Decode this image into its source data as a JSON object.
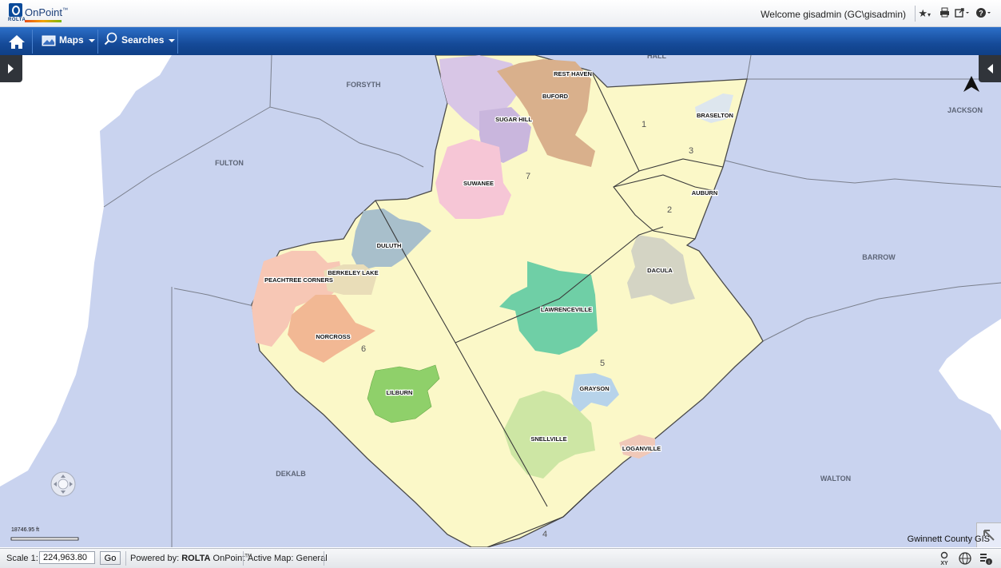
{
  "header": {
    "logo_text": "OnPoint",
    "logo_tm": "™",
    "logo_brand": "ROLTA",
    "welcome": "Welcome gisadmin (GC\\gisadmin)"
  },
  "toolbar": {
    "maps_label": "Maps",
    "searches_label": "Searches"
  },
  "map": {
    "counties": [
      "FORSYTH",
      "HALL",
      "JACKSON",
      "FULTON",
      "BARROW",
      "DEKALB",
      "WALTON"
    ],
    "cities": [
      "REST HAVEN",
      "BUFORD",
      "SUGAR HILL",
      "BRASELTON",
      "SUWANEE",
      "AUBURN",
      "DULUTH",
      "BERKELEY LAKE",
      "PEACHTREE CORNERS",
      "DACULA",
      "LAWRENCEVILLE",
      "NORCROSS",
      "LILBURN",
      "GRAYSON",
      "SNELLVILLE",
      "LOGANVILLE"
    ],
    "districts": [
      "1",
      "2",
      "3",
      "4",
      "5",
      "6",
      "7"
    ],
    "scale_bar_label": "18746.95 ft",
    "credit": "Gwinnett County GIS",
    "colors": {
      "water_background": "#c9d3ef",
      "county": "#fbf8c8",
      "lawrenceville": "#6fcfa6",
      "lilburn": "#8fd06a",
      "snellville": "#cde6a4",
      "buford": "#d9b08c",
      "suwanee": "#f6c6d6",
      "norcross": "#f2b894",
      "peachtree_corners": "#f7c7b5",
      "duluth": "#a8bfcb",
      "dacula": "#d4d4c4",
      "grayson": "#b7d3ea",
      "sugar_hill": "#d8c6e6"
    }
  },
  "footer": {
    "scale_label": "Scale 1:",
    "scale_value": "224,963.80",
    "go_label": "Go",
    "powered_by": "Powered by:",
    "powered_brand": "ROLTA",
    "powered_product": "OnPoint",
    "powered_tm": "TM",
    "active_map": "Active Map: General"
  }
}
